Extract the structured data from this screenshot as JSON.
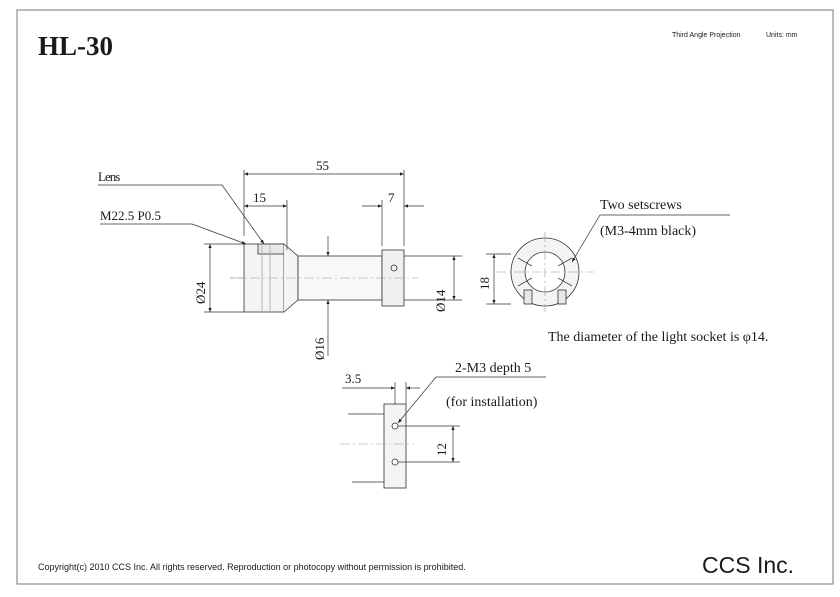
{
  "title": "HL-30",
  "header": {
    "projection": "Third Angle Projection",
    "units": "Units: mm"
  },
  "dimensions": {
    "overall_length": "55",
    "lens_length": "15",
    "end_length": "7",
    "lens_dia": "Ø24",
    "body_dia": "Ø16",
    "end_dia": "Ø14",
    "side_height": "18",
    "mount_offset": "3.5",
    "hole_pitch": "12"
  },
  "labels": {
    "lens": "Lens",
    "thread": "M22.5 P0.5",
    "setscrews": "Two setscrews",
    "setscrew_spec": "(M3-4mm black)",
    "socket_note": "The diameter of the light socket is φ14.",
    "mount_holes": "2-M3 depth 5",
    "mount_purpose": "(for installation)"
  },
  "footer": {
    "copyright": "Copyright(c) 2010  CCS Inc. All rights reserved.  Reproduction or photocopy without permission is prohibited.",
    "company": "CCS Inc."
  }
}
